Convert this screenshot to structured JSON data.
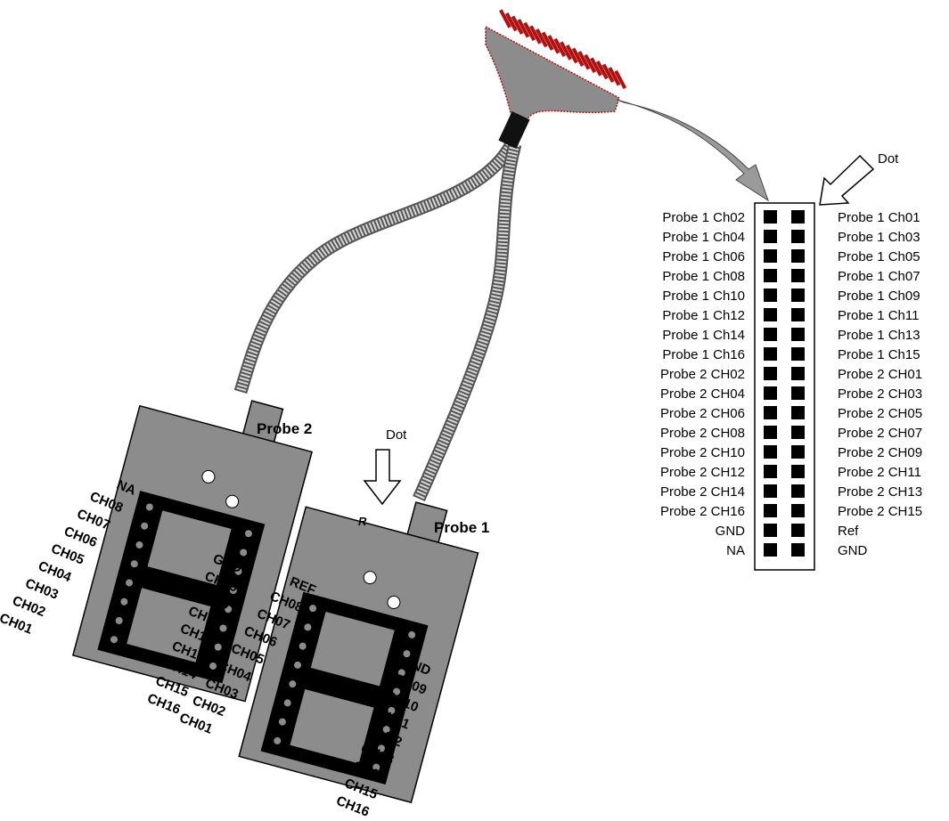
{
  "dot_label_header": "Dot",
  "dot_label_probe": "Dot",
  "probe1": {
    "name": "Probe 1",
    "r_mark": "R",
    "left_labels": [
      "REF",
      "CH08",
      "CH07",
      "CH06",
      "CH05",
      "CH04",
      "CH03",
      "CH02",
      "CH01"
    ],
    "right_labels": [
      "GND",
      "CH09",
      "CH10",
      "CH11",
      "CH12",
      "CH13",
      "CH14",
      "CH15",
      "CH16"
    ]
  },
  "probe2": {
    "name": "Probe 2",
    "left_labels": [
      "NA",
      "CH08",
      "CH07",
      "CH06",
      "CH05",
      "CH04",
      "CH03",
      "CH02",
      "CH01"
    ],
    "right_labels": [
      "GND",
      "CH09",
      "CH10",
      "CH11",
      "CH12",
      "CH13",
      "CH14",
      "CH15",
      "CH16"
    ]
  },
  "header": {
    "left_labels": [
      "Probe 1 Ch02",
      "Probe 1 Ch04",
      "Probe 1 Ch06",
      "Probe 1 Ch08",
      "Probe 1 Ch10",
      "Probe 1 Ch12",
      "Probe 1 Ch14",
      "Probe 1 Ch16",
      "Probe 2 CH02",
      "Probe 2 CH04",
      "Probe 2 CH06",
      "Probe 2 CH08",
      "Probe 2 CH10",
      "Probe 2 CH12",
      "Probe 2 CH14",
      "Probe 2 CH16",
      "GND",
      "NA"
    ],
    "right_labels": [
      "Probe 1 Ch01",
      "Probe 1 Ch03",
      "Probe 1 Ch05",
      "Probe 1 Ch07",
      "Probe 1 Ch09",
      "Probe 1 Ch11",
      "Probe 1 Ch13",
      "Probe 1 Ch15",
      "Probe 2 CH01",
      "Probe 2 CH03",
      "Probe 2 CH05",
      "Probe 2 CH07",
      "Probe 2 CH09",
      "Probe 2 CH11",
      "Probe 2 CH13",
      "Probe 2 CH15",
      "Ref",
      "GND"
    ]
  },
  "colors": {
    "body_gray": "#8c8c8c",
    "dark": "#000000",
    "connector_red": "#b01010",
    "arrow_gray": "#9a9a9a"
  }
}
